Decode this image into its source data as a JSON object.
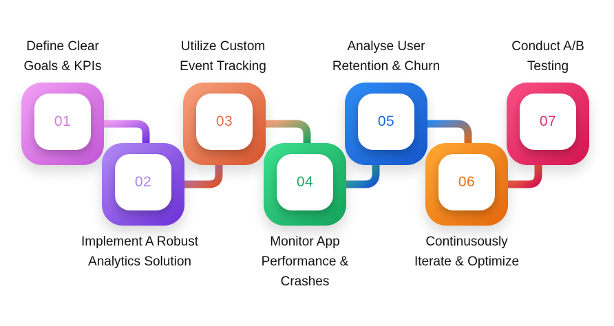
{
  "steps": [
    {
      "number": "01",
      "label_lines": [
        "Define Clear",
        "Goals & KPIs"
      ],
      "color_light": "#f3a0f5",
      "color_dark": "#c257d6",
      "number_color": "#d27adc"
    },
    {
      "number": "02",
      "label_lines": [
        "Implement A Robust",
        "Analytics Solution"
      ],
      "color_light": "#b38bf4",
      "color_dark": "#6b2fd9",
      "number_color": "#a885ef"
    },
    {
      "number": "03",
      "label_lines": [
        "Utilize Custom",
        "Event Tracking"
      ],
      "color_light": "#f8a27c",
      "color_dark": "#d7542c",
      "number_color": "#e66a45"
    },
    {
      "number": "04",
      "label_lines": [
        "Monitor App",
        "Performance &",
        "Crashes"
      ],
      "color_light": "#3ee08f",
      "color_dark": "#13a25a",
      "number_color": "#1ba866"
    },
    {
      "number": "05",
      "label_lines": [
        "Analyse User",
        "Retention & Churn"
      ],
      "color_light": "#2f8df5",
      "color_dark": "#1556c9",
      "number_color": "#1f64e0"
    },
    {
      "number": "06",
      "label_lines": [
        "Continusously",
        "Iterate & Optimize"
      ],
      "color_light": "#ffa832",
      "color_dark": "#e4660d",
      "number_color": "#ea7114"
    },
    {
      "number": "07",
      "label_lines": [
        "Conduct A/B",
        "Testing"
      ],
      "color_light": "#fb4f86",
      "color_dark": "#d3144f",
      "number_color": "#e0316b"
    }
  ]
}
